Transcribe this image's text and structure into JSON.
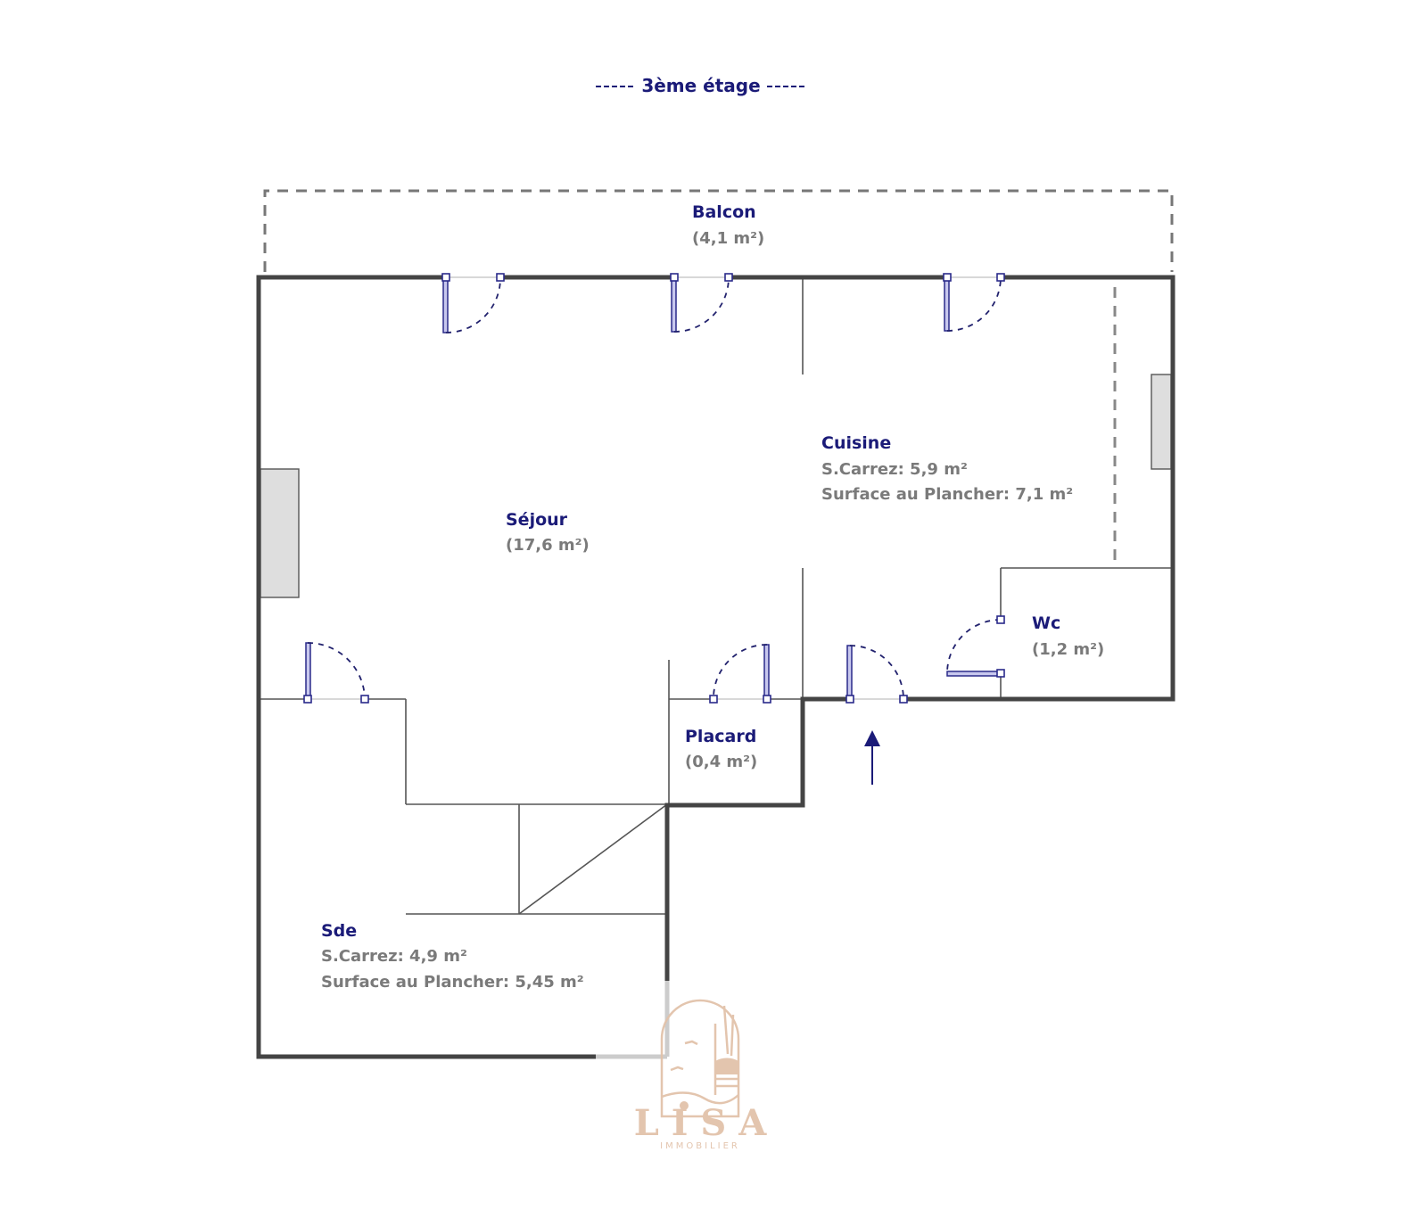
{
  "floor_title": "3ème étage",
  "rooms": {
    "balcon": {
      "name": "Balcon",
      "area": "(4,1 m²)"
    },
    "sejour": {
      "name": "Séjour",
      "area": "(17,6 m²)"
    },
    "cuisine": {
      "name": "Cuisine",
      "carrez": "S.Carrez: 5,9 m²",
      "plancher": "Surface au Plancher: 7,1 m²"
    },
    "wc": {
      "name": "Wc",
      "area": "(1,2 m²)"
    },
    "placard": {
      "name": "Placard",
      "area": "(0,4 m²)"
    },
    "sde": {
      "name": "Sde",
      "carrez": "S.Carrez: 4,9 m²",
      "plancher": "Surface au Plancher: 5,45 m²"
    }
  },
  "logo": {
    "brand": "LISA",
    "sub": "IMMOBILIER"
  },
  "colors": {
    "label": "#1b1b78",
    "area": "#7a7a7a",
    "wall": "#444444",
    "logo": "#e2c2aa"
  }
}
